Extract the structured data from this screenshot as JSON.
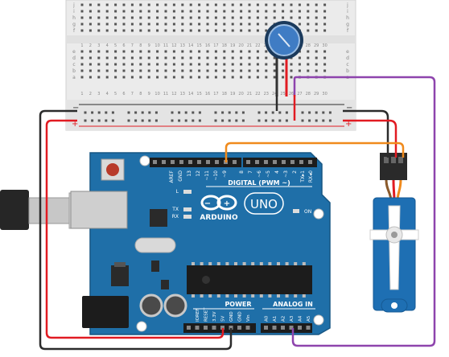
{
  "breadboard": {
    "row_letters_top": [
      "j",
      "i",
      "h",
      "g",
      "f"
    ],
    "row_letters_bottom": [
      "e",
      "d",
      "c",
      "b",
      "a"
    ],
    "column_numbers": [
      "1",
      "2",
      "3",
      "4",
      "5",
      "6",
      "7",
      "8",
      "9",
      "10",
      "11",
      "12",
      "13",
      "14",
      "15",
      "16",
      "17",
      "18",
      "19",
      "20",
      "21",
      "22",
      "23",
      "24",
      "25",
      "26",
      "27",
      "28",
      "29",
      "30"
    ],
    "rail_minus": "−",
    "rail_plus": "+"
  },
  "arduino": {
    "logo_text": "ARDUINO",
    "model_text": "UNO",
    "digital_label": "DIGITAL (PWM ~)",
    "power_label": "POWER",
    "analog_label": "ANALOG IN",
    "on_label": "ON",
    "led_labels": [
      "L",
      "TX",
      "RX"
    ],
    "digital_pins": [
      "AREF",
      "GND",
      "13",
      "12",
      "~11",
      "~10",
      "~9",
      "8",
      "7",
      "~6",
      "~5",
      "4",
      "~3",
      "2",
      "TX▸1",
      "RX◂0"
    ],
    "power_pins": [
      "IOREF",
      "RESET",
      "3.3V",
      "5V",
      "GND",
      "GND",
      "Vin"
    ],
    "analog_pins": [
      "A0",
      "A1",
      "A2",
      "A3",
      "A4",
      "A5"
    ]
  },
  "colors": {
    "wire_red": "#e11b22",
    "wire_black": "#2b2b2b",
    "wire_orange": "#f08a1c",
    "wire_purple": "#8e44ad",
    "board_blue": "#1f6fa8",
    "servo_blue": "#1e6fb3",
    "breadboard": "#ececec"
  }
}
